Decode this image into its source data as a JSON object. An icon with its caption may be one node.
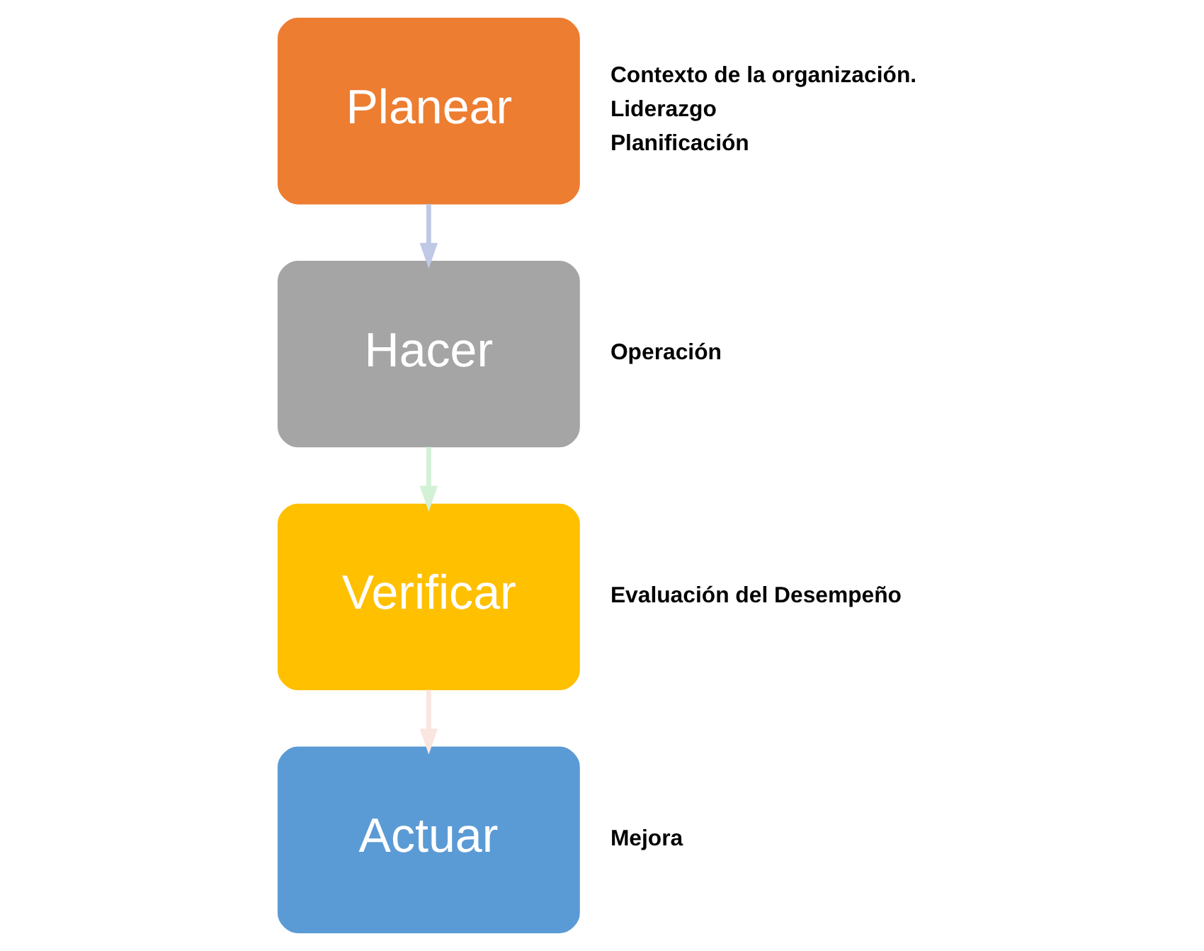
{
  "diagram": {
    "nodes": [
      {
        "text": [
          "Planear"
        ],
        "beside": [
          "Contexto de la organización.",
          "Liderazgo",
          "Planificación"
        ]
      },
      {
        "text": [
          "Hacer"
        ],
        "beside": [
          "Operación"
        ]
      },
      {
        "text": [
          "Verificar"
        ],
        "beside": [
          "Evaluación del Desempeño"
        ]
      },
      {
        "text": [
          "Actuar"
        ],
        "beside": [
          "Mejora"
        ]
      }
    ],
    "edges": [
      {
        "from": 0,
        "to": 1,
        "arrow": "to",
        "color": "#bfc9e5"
      },
      {
        "from": 1,
        "to": 2,
        "arrow": "to",
        "color": "#d3f1d5"
      },
      {
        "from": 2,
        "to": 3,
        "arrow": "to",
        "color": "#fbe6df"
      }
    ]
  }
}
